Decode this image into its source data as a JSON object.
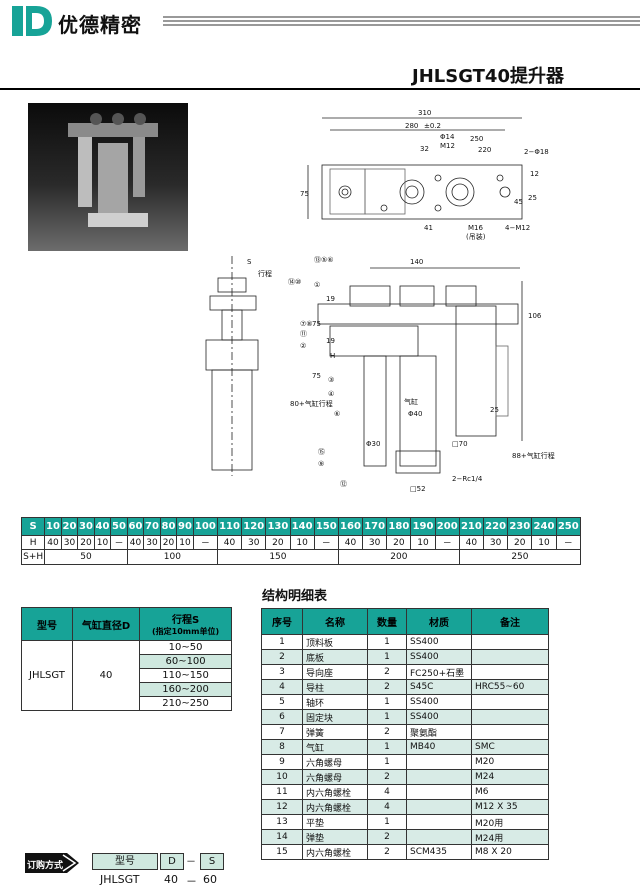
{
  "brand": {
    "name": "优德精密",
    "logo": "JD"
  },
  "product_title": "JHLSGT40提升器",
  "drawing": {
    "top_dims": [
      "310",
      "280",
      "±0.2",
      "Φ14",
      "M12",
      "250",
      "32",
      "220",
      "2−Φ18",
      "12",
      "75",
      "45",
      "25",
      "41",
      "M16",
      "(吊装)",
      "4−M12"
    ],
    "front_dims": [
      "140",
      "106",
      "19",
      "19",
      "75",
      "75",
      "H",
      "80+气缸行程",
      "88+气缸行程",
      "Φ30",
      "Φ40",
      "□70",
      "□52",
      "25",
      "S",
      "行程",
      "2−Rc1/4",
      "气缸"
    ],
    "callouts": [
      "⑬⑤⑥",
      "⑭⑩",
      "①",
      "⑦⑧",
      "⑪",
      "②",
      "③",
      "④",
      "⑥",
      "⑮",
      "⑨",
      "⑫"
    ]
  },
  "stroke_table": {
    "labels": [
      "S",
      "H",
      "S+H"
    ],
    "s_values": [
      "10",
      "20",
      "30",
      "40",
      "50",
      "60",
      "70",
      "80",
      "90",
      "100",
      "110",
      "120",
      "130",
      "140",
      "150",
      "160",
      "170",
      "180",
      "190",
      "200",
      "210",
      "220",
      "230",
      "240",
      "250"
    ],
    "h_values": [
      "40",
      "30",
      "20",
      "10",
      "－",
      "40",
      "30",
      "20",
      "10",
      "－",
      "40",
      "30",
      "20",
      "10",
      "－",
      "40",
      "30",
      "20",
      "10",
      "－",
      "40",
      "30",
      "20",
      "10",
      "－"
    ],
    "sh_values": [
      "50",
      "100",
      "150",
      "200",
      "250"
    ]
  },
  "model_table": {
    "headers": [
      "型号",
      "气缸直径D",
      "行程S",
      "(指定10mm单位)"
    ],
    "model": "JHLSGT",
    "diameter": "40",
    "strokes": [
      "10~50",
      "60~100",
      "110~150",
      "160~200",
      "210~250"
    ]
  },
  "parts_table": {
    "title": "结构明细表",
    "headers": [
      "序号",
      "名称",
      "数量",
      "材质",
      "备注"
    ],
    "rows": [
      [
        "1",
        "顶料板",
        "1",
        "SS400",
        ""
      ],
      [
        "2",
        "底板",
        "1",
        "SS400",
        ""
      ],
      [
        "3",
        "导向座",
        "2",
        "FC250+石墨",
        ""
      ],
      [
        "4",
        "导柱",
        "2",
        "S45C",
        "HRC55~60"
      ],
      [
        "5",
        "轴环",
        "1",
        "SS400",
        ""
      ],
      [
        "6",
        "固定块",
        "1",
        "SS400",
        ""
      ],
      [
        "7",
        "弹簧",
        "2",
        "聚氨酯",
        ""
      ],
      [
        "8",
        "气缸",
        "1",
        "MB40",
        "SMC"
      ],
      [
        "9",
        "六角螺母",
        "1",
        "",
        "M20"
      ],
      [
        "10",
        "六角螺母",
        "2",
        "",
        "M24"
      ],
      [
        "11",
        "内六角螺栓",
        "4",
        "",
        "M6"
      ],
      [
        "12",
        "内六角螺栓",
        "4",
        "",
        "M12 X 35"
      ],
      [
        "13",
        "平垫",
        "1",
        "",
        "M20用"
      ],
      [
        "14",
        "弹垫",
        "2",
        "",
        "M24用"
      ],
      [
        "15",
        "内六角螺栓",
        "2",
        "SCM435",
        "M8 X 20"
      ]
    ]
  },
  "order": {
    "badge": "订购方式",
    "headers": [
      "型号",
      "D",
      "S"
    ],
    "values": [
      "JHLSGT",
      "40",
      "60"
    ],
    "dash": "－"
  },
  "colors": {
    "teal": "#17a397",
    "light_teal": "#cfe8df"
  }
}
